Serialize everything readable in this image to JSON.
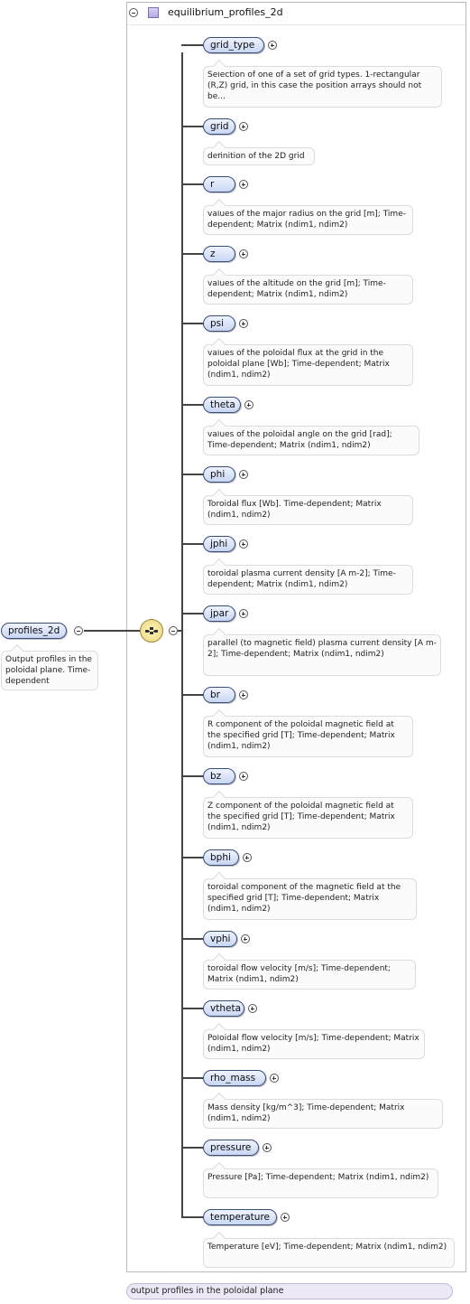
{
  "root": {
    "title": "equilibrium_profiles_2d",
    "annotation": "output profiles in the poloidal plane"
  },
  "parent": {
    "label": "profiles_2d",
    "desc": "Output profiles in the poloidal plane. Time-dependent"
  },
  "children": [
    {
      "label": "grid_type",
      "desc": "Selection of one of a set of grid types. 1-rectangular (R,Z) grid, in this case the position arrays should not be..."
    },
    {
      "label": "grid",
      "desc": "definition of the 2D grid"
    },
    {
      "label": "r",
      "desc": "values of the major radius on the grid [m]; Time-dependent; Matrix (ndim1, ndim2)"
    },
    {
      "label": "z",
      "desc": "values of the altitude on the grid [m]; Time-dependent; Matrix (ndim1, ndim2)"
    },
    {
      "label": "psi",
      "desc": "values of the poloidal flux at the grid in the poloidal plane [Wb]; Time-dependent; Matrix (ndim1, ndim2)"
    },
    {
      "label": "theta",
      "desc": "values of the poloidal angle on the grid [rad]; Time-dependent; Matrix (ndim1, ndim2)"
    },
    {
      "label": "phi",
      "desc": "Toroidal flux [Wb]. Time-dependent; Matrix (ndim1, ndim2)"
    },
    {
      "label": "jphi",
      "desc": "toroidal plasma current density [A m-2]; Time-dependent; Matrix (ndim1, ndim2)"
    },
    {
      "label": "jpar",
      "desc": "parallel (to magnetic field) plasma current density [A m-2]; Time-dependent; Matrix (ndim1, ndim2)"
    },
    {
      "label": "br",
      "desc": "R component of the poloidal magnetic field at the specified grid [T]; Time-dependent; Matrix (ndim1, ndim2)"
    },
    {
      "label": "bz",
      "desc": "Z component of the poloidal magnetic field at the specified grid [T]; Time-dependent; Matrix (ndim1, ndim2)"
    },
    {
      "label": "bphi",
      "desc": "toroidal component of the magnetic field at the specified grid [T]; Time-dependent; Matrix (ndim1, ndim2)"
    },
    {
      "label": "vphi",
      "desc": "toroidal flow velocity [m/s]; Time-dependent; Matrix (ndim1, ndim2)"
    },
    {
      "label": "vtheta",
      "desc": "Poloidal flow velocity [m/s]; Time-dependent; Matrix (ndim1, ndim2)"
    },
    {
      "label": "rho_mass",
      "desc": "Mass density [kg/m^3]; Time-dependent; Matrix (ndim1, ndim2)"
    },
    {
      "label": "pressure",
      "desc": "Pressure [Pa]; Time-dependent; Matrix (ndim1, ndim2)"
    },
    {
      "label": "temperature",
      "desc": "Temperature [eV]; Time-dependent; Matrix (ndim1, ndim2)"
    }
  ]
}
